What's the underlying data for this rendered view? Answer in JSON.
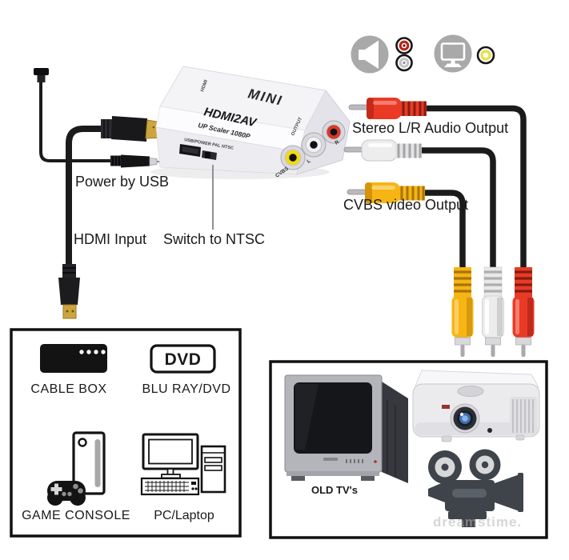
{
  "converter": {
    "brand": "MINI",
    "model": "HDMI2AV",
    "scaler": "UP Scaler 1080P",
    "ports_label": "USB/POWER PAL NTSC",
    "hdmi_side_label": "HDMI",
    "output_side_label": "OUTPUT",
    "jack_labels": [
      "CVBS",
      "L",
      "R"
    ]
  },
  "callouts": {
    "usb_power": "Power by USB",
    "hdmi_input": "HDMI Input",
    "ntsc_switch": "Switch to NTSC",
    "audio_output": "Stereo L/R Audio Output",
    "video_output": "CVBS video Output"
  },
  "legend_icons": [
    "speaker-icon",
    "rca-red-icon",
    "rca-white-icon",
    "display-icon",
    "rca-yellow-icon"
  ],
  "sources_panel": {
    "cable_box": "CABLE BOX",
    "dvd_logo": "DVD",
    "bluray": "BLU RAY/DVD",
    "game_console": "GAME CONSOLE",
    "pc": "PC/Laptop"
  },
  "displays_panel": {
    "old_tv": "OLD TV's"
  },
  "watermark": "dreamstime.",
  "colors": {
    "rca_red": "#e8392b",
    "rca_yellow": "#f6b513",
    "rca_white": "#ececec",
    "cable_black": "#1b1b1b",
    "icon_gray": "#a9a9a9",
    "panel_border": "#111111"
  }
}
